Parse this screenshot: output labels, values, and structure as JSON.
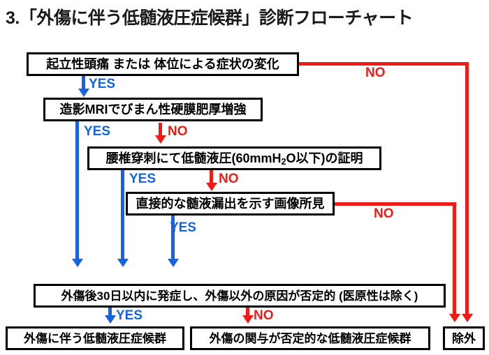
{
  "title": "3.「外傷に伴う低髄液圧症候群」診断フローチャート",
  "colors": {
    "yes": "#1463e0",
    "no": "#ef1b16",
    "box_border": "#000000",
    "background": "#ffffff",
    "text": "#000000"
  },
  "nodes": {
    "orthostatic": "起立性頭痛 または 体位による症状の変化",
    "mri": "造影MRIでびまん性硬膜肥厚増強",
    "lumbar_pre": "腰椎穿刺にて低髄液圧(60mmH",
    "lumbar_sub": "2",
    "lumbar_post": "O以下)の証明",
    "leak_image": "直接的な髄液漏出を示す画像所見",
    "thirty_days": "外傷後30日以内に発症し、外傷以外の原因が否定的 (医原性は除く)",
    "diag_trauma": "外傷に伴う低髄液圧症候群",
    "diag_not_trauma": "外傷の関与が否定的な低髄液圧症候群",
    "excluded": "除外"
  },
  "edges": {
    "yes_label": "YES",
    "no_label": "NO",
    "orthostatic_yes": "YES",
    "orthostatic_no": "NO",
    "mri_yes": "YES",
    "mri_no": "NO",
    "lumbar_yes": "YES",
    "lumbar_no": "NO",
    "leak_yes": "YES",
    "leak_no": "NO",
    "thirty_yes": "YES",
    "thirty_no": "NO"
  }
}
